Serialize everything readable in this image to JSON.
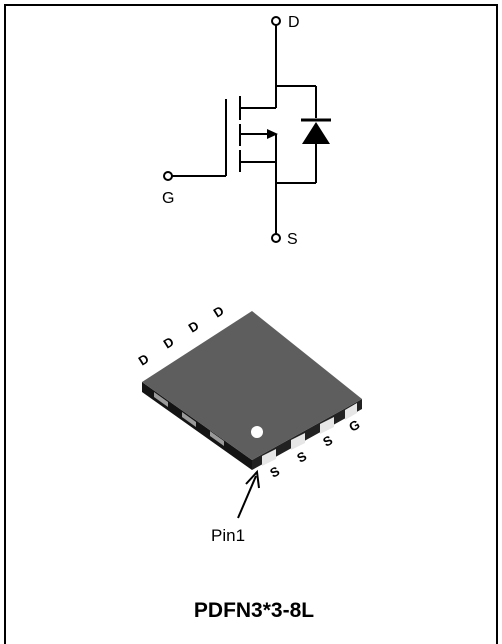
{
  "schematic": {
    "drain_label": "D",
    "gate_label": "G",
    "source_label": "S"
  },
  "package": {
    "top_pins": [
      "D",
      "D",
      "D",
      "D"
    ],
    "bottom_pins": [
      "S",
      "S",
      "S",
      "G"
    ],
    "pin1_label": "Pin1",
    "name": "PDFN3*3-8L"
  }
}
